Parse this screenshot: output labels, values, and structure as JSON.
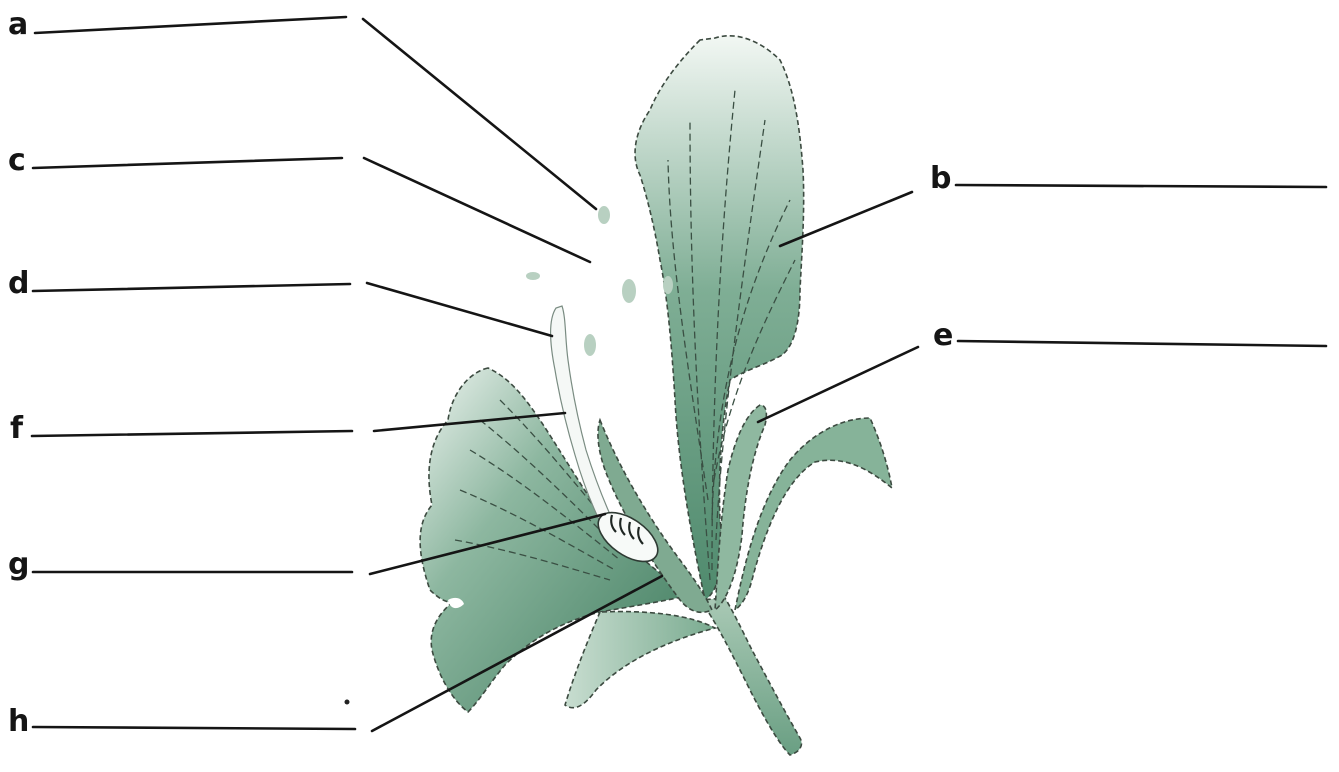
{
  "labels": {
    "a": "a",
    "b": "b",
    "c": "c",
    "d": "d",
    "e": "e",
    "f": "f",
    "g": "g",
    "h": "h"
  },
  "colors": {
    "petal_light": "#eef4f0",
    "petal_mid": "#9cc0aa",
    "petal_dark": "#3f7a5e",
    "line": "#151515"
  }
}
